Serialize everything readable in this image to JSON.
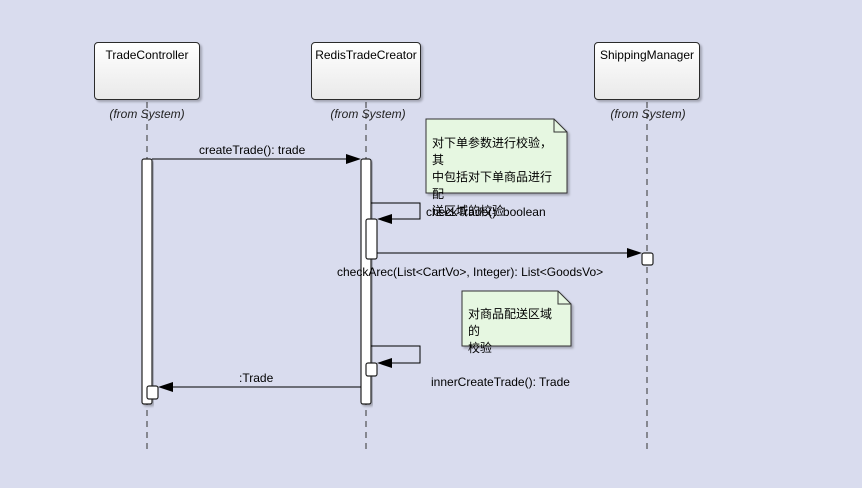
{
  "lifelines": [
    {
      "name": "TradeController",
      "stereotype": "(from System)"
    },
    {
      "name": "RedisTradeCreator",
      "stereotype": "(from System)"
    },
    {
      "name": "ShippingManager",
      "stereotype": "(from System)"
    }
  ],
  "messages": {
    "create_trade": "createTrade(): trade",
    "check_trade": "checkTrade(): boolean",
    "check_arec": "checkArec(List<CartVo>, Integer): List<GoodsVo>",
    "inner_create_trade": "innerCreateTrade(): Trade",
    "return_trade": ":Trade"
  },
  "notes": {
    "note1_lines": [
      "对下单参数进行校验，其",
      "中包括对下单商品进行配",
      "送区域的校验"
    ],
    "note2_lines": [
      "对商品配送区域的",
      "校验"
    ]
  },
  "colors": {
    "background": "#d9dcee",
    "note_fill": "#e6f7e1",
    "line": "#000000"
  }
}
